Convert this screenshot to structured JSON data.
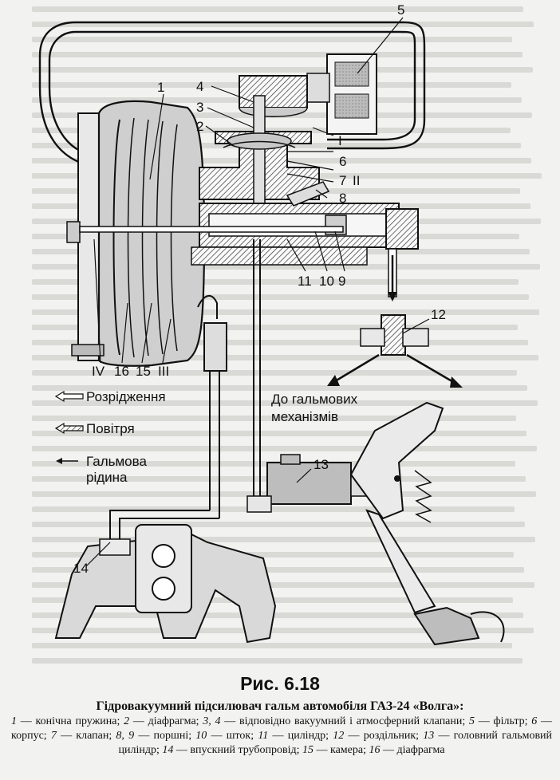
{
  "figure": {
    "title": "Рис. 6.18",
    "subtitle": "Гідровакуумний підсилювач гальм автомобіля ГАЗ-24 «Волга»:"
  },
  "callouts": {
    "c1": "1",
    "c2": "2",
    "c3": "3",
    "c4": "4",
    "c5": "5",
    "c6": "6",
    "c7": "7",
    "c8": "8",
    "c9": "9",
    "c10": "10",
    "c11": "11",
    "c12": "12",
    "c13": "13",
    "c14": "14",
    "r1": "I",
    "r2": "II",
    "r3": "III",
    "r4": "IV",
    "c15": "15",
    "c16": "16"
  },
  "legend": [
    {
      "icon": "hollow-arrow-icon",
      "label": "Розрідження"
    },
    {
      "icon": "hatched-arrow-icon",
      "label": "Повітря"
    },
    {
      "icon": "thin-arrow-icon",
      "label": "Гальмова",
      "label2": "рідина"
    }
  ],
  "annotation": {
    "line1": "До гальмових",
    "line2": "механізмів"
  },
  "description": [
    {
      "n": "1",
      "t": " — конічна пружина; "
    },
    {
      "n": "2",
      "t": " — діафрагма; "
    },
    {
      "n": "3, 4",
      "t": " — відповідно вакуумний і атмосферний клапани; "
    },
    {
      "n": "5",
      "t": " — фільтр; "
    },
    {
      "n": "6",
      "t": " — корпус; "
    },
    {
      "n": "7",
      "t": " — клапан; "
    },
    {
      "n": "8, 9",
      "t": " — поршні; "
    },
    {
      "n": "10",
      "t": " — шток; "
    },
    {
      "n": "11",
      "t": " — циліндр; "
    },
    {
      "n": "12",
      "t": " — роздільник; "
    },
    {
      "n": "13",
      "t": " — головний гальмовий циліндр; "
    },
    {
      "n": "14",
      "t": " — впускний трубопровід; "
    },
    {
      "n": "15",
      "t": " — камера; "
    },
    {
      "n": "16",
      "t": " — діафрагма"
    }
  ]
}
